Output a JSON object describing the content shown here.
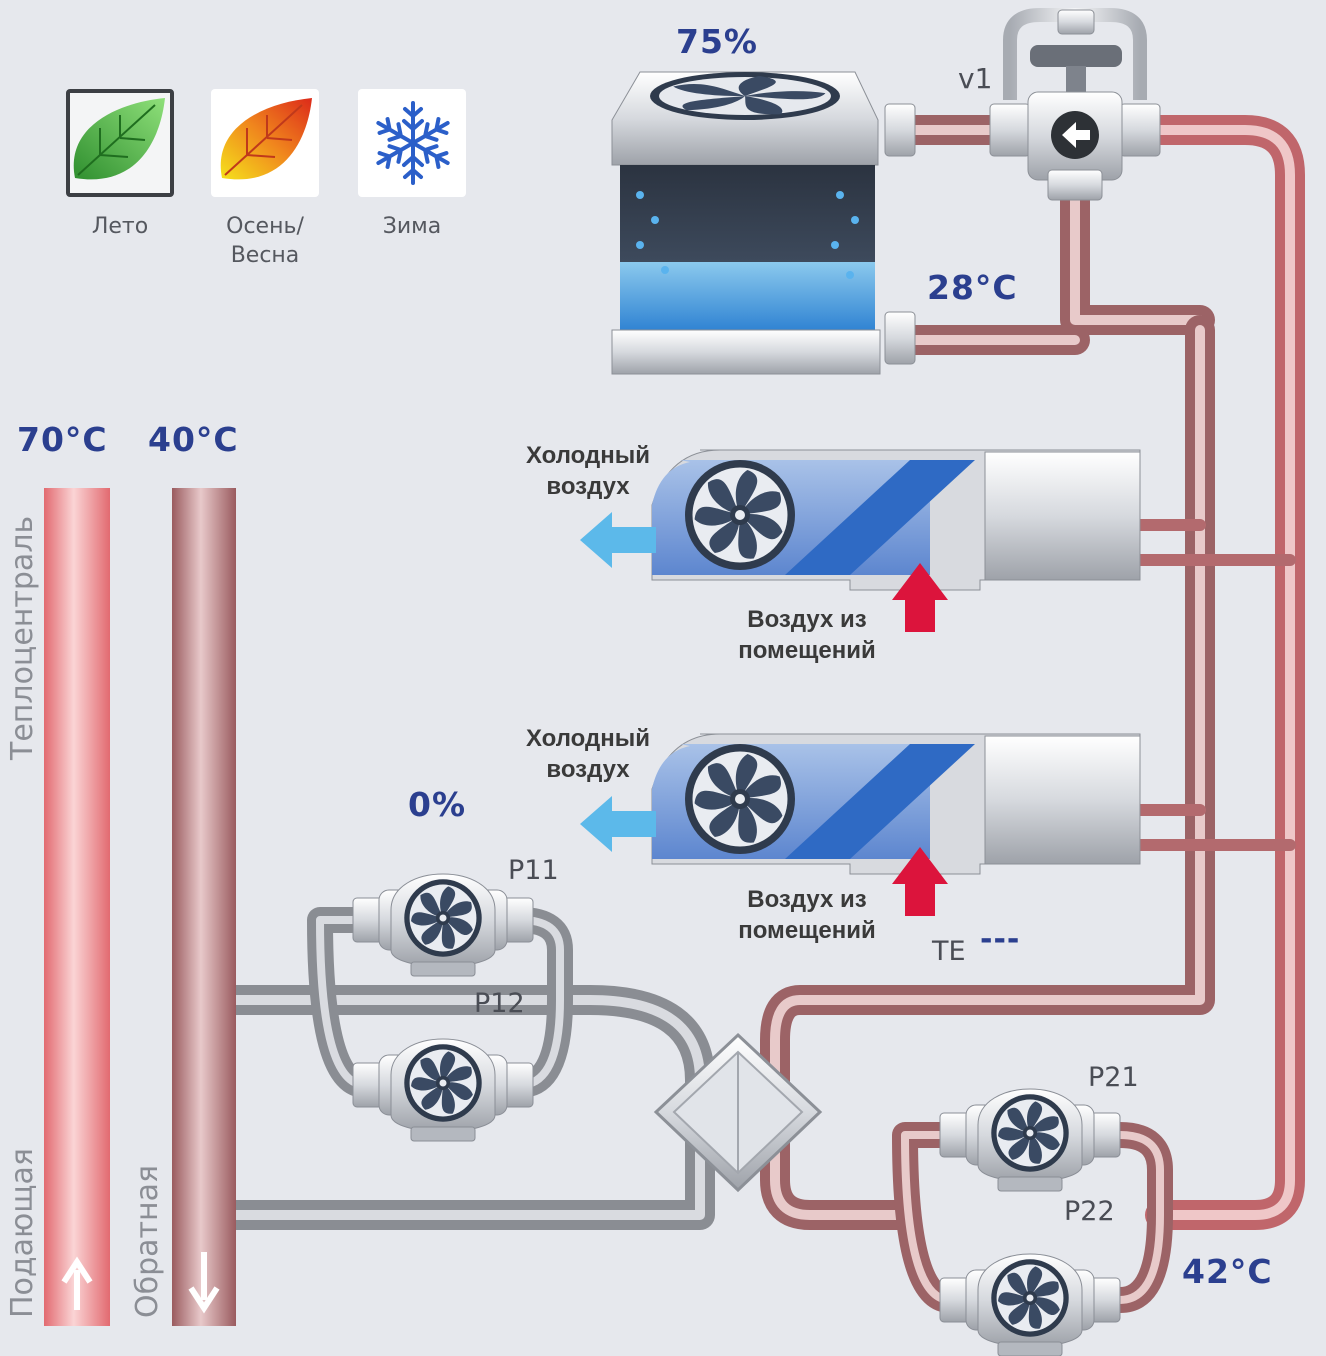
{
  "seasons": [
    {
      "label": "Лето",
      "icon": "green-leaf-icon",
      "selected": true
    },
    {
      "label": "Осень/\nВесна",
      "icon": "autumn-leaf-icon",
      "selected": false
    },
    {
      "label": "Зима",
      "icon": "snowflake-icon",
      "selected": false
    }
  ],
  "cooler": {
    "fan_percent": "75%",
    "outlet_temp": "28°C"
  },
  "valve": {
    "label": "v1"
  },
  "supply": {
    "temp": "70°C",
    "label": "Подающая"
  },
  "return": {
    "temp": "40°C",
    "label": "Обратная"
  },
  "heat_central_label": "Теплоцентраль",
  "ahu": [
    {
      "cold_air": "Холодный\nвоздух",
      "room_air": "Воздух из\nпомещений"
    },
    {
      "cold_air": "Холодный\nвоздух",
      "room_air": "Воздух из\nпомещений"
    }
  ],
  "pumps_primary": {
    "percent": "0%",
    "p1": "P11",
    "p2": "P12"
  },
  "pumps_secondary": {
    "p1": "P21",
    "p2": "P22",
    "temp": "42°C"
  },
  "sensor": {
    "label": "TE",
    "value": "---"
  },
  "colors": {
    "supply": "#e4767a",
    "return": "#9c6366",
    "grey_pipe": "#8a8d93",
    "value_text": "#2b3f8f",
    "cold_arrow": "#5cb9ea",
    "warm_arrow": "#dc143c"
  }
}
